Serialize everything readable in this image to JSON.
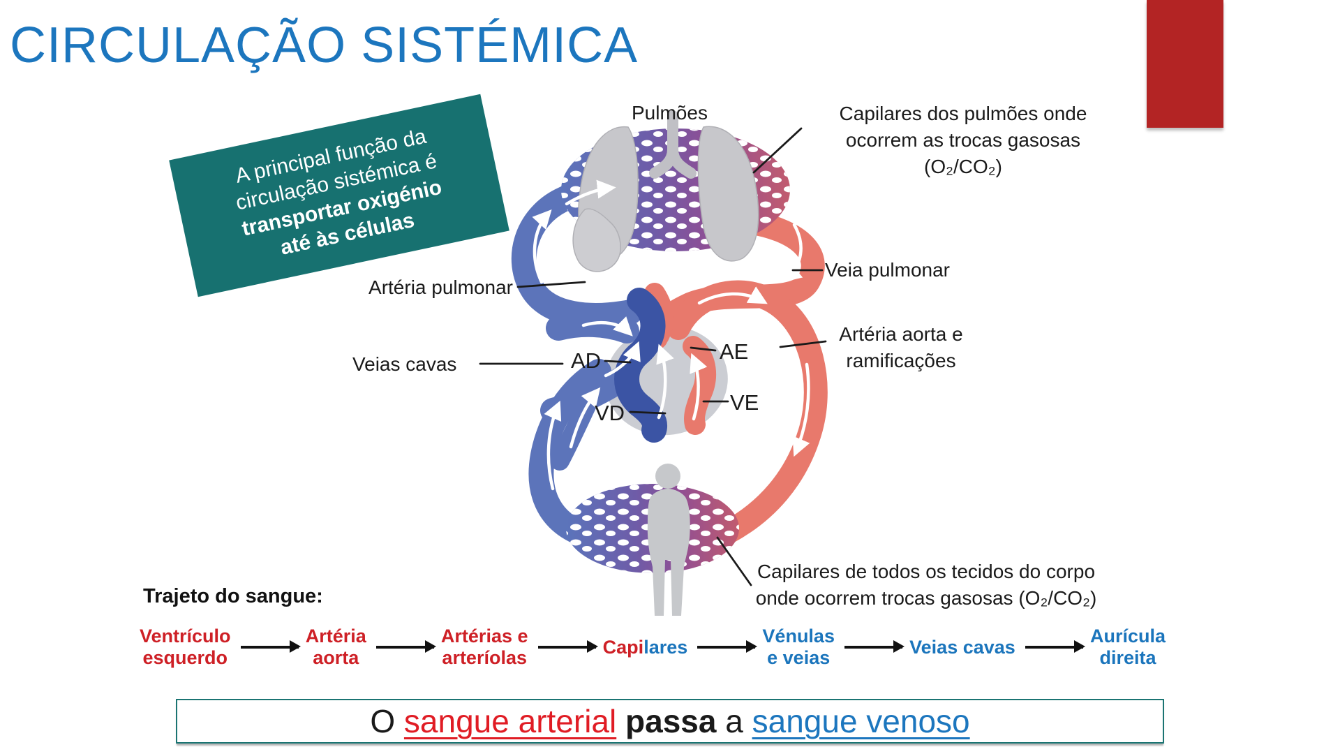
{
  "slide": {
    "title": "CIRCULAÇÃO SISTÉMICA",
    "note_box": {
      "lines": [
        "A principal função da",
        "circulação sistémica é",
        "transportar oxigénio",
        "até às células"
      ]
    },
    "diagram": {
      "labels": {
        "lungs": "Pulmões",
        "lung_capillaries": [
          "Capilares dos pulmões onde",
          "ocorrem as trocas gasosas",
          "(O₂/CO₂)"
        ],
        "pulmonary_artery": "Artéria pulmonar",
        "pulmonary_vein": "Veia pulmonar",
        "vena_cava": "Veias cavas",
        "aorta": [
          "Artéria aorta e",
          "ramificações"
        ],
        "right_atrium": "AD",
        "left_atrium": "AE",
        "right_ventricle": "VD",
        "left_ventricle": "VE",
        "body_capillaries": [
          "Capilares de todos os tecidos do corpo",
          "onde ocorrem trocas gasosas (O₂/CO₂)"
        ]
      }
    },
    "path_section": {
      "heading": "Trajeto do sangue:",
      "steps": [
        {
          "line1": "Ventrículo",
          "line2": "esquerdo"
        },
        {
          "line1": "Artéria",
          "line2": "aorta"
        },
        {
          "line1": "Artérias e",
          "line2": "arteríolas"
        },
        {
          "red_part": "Capi",
          "blue_part": "lares"
        },
        {
          "line1": "Vénulas",
          "line2": "e veias"
        },
        {
          "line1": "Veias cavas"
        },
        {
          "line1": "Aurícula",
          "line2": "direita"
        }
      ]
    },
    "conclusion": {
      "word_o": "O",
      "arterial": "sangue arterial",
      "word_passa": "passa",
      "word_a": "a",
      "venous": "sangue venoso"
    }
  },
  "colors": {
    "title_blue": "#1c76be",
    "teal_note": "#177170",
    "corner_red": "#b32424",
    "flow_red": "#ce2026",
    "flow_blue": "#1b75bc",
    "arterial_red": "#e01c24",
    "vessel_blue": "#5c74ba",
    "vessel_dark_blue": "#3b54a4",
    "vessel_red": "#e8796c",
    "box_border_teal": "#1a7472"
  }
}
